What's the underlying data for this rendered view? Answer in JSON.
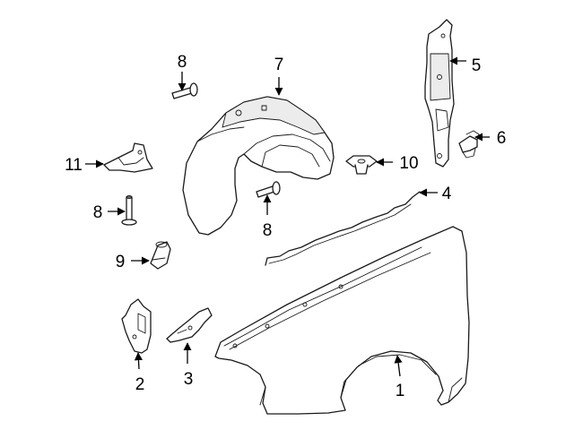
{
  "diagram": {
    "colors": {
      "line": "#1a1a1a",
      "background": "#ffffff",
      "shade": "#ececec"
    },
    "parts": [
      {
        "id": "fender",
        "callout": "1"
      },
      {
        "id": "bracket-left",
        "callout": "2"
      },
      {
        "id": "bracket-front",
        "callout": "3"
      },
      {
        "id": "seal-strip",
        "callout": "4"
      },
      {
        "id": "upper-bracket",
        "callout": "5"
      },
      {
        "id": "clip",
        "callout": "6"
      },
      {
        "id": "splash-shield",
        "callout": "7"
      },
      {
        "id": "bolt-upper",
        "callout": "8"
      },
      {
        "id": "bolt-left",
        "callout": "8"
      },
      {
        "id": "bolt-lower",
        "callout": "8"
      },
      {
        "id": "bumper-stop",
        "callout": "9"
      },
      {
        "id": "grommet",
        "callout": "10"
      },
      {
        "id": "small-bracket",
        "callout": "11"
      }
    ]
  }
}
